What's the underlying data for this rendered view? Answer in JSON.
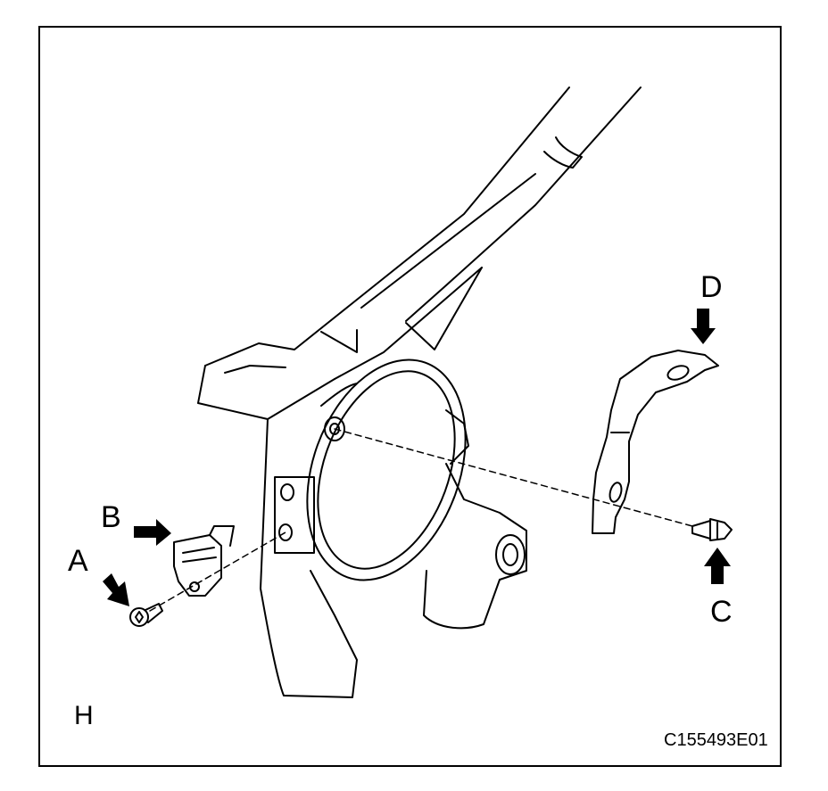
{
  "labels": {
    "a": "A",
    "b": "B",
    "c": "C",
    "d": "D",
    "h": "H"
  },
  "figure_code": "C155493E01",
  "colors": {
    "line": "#000000",
    "background": "#ffffff"
  }
}
